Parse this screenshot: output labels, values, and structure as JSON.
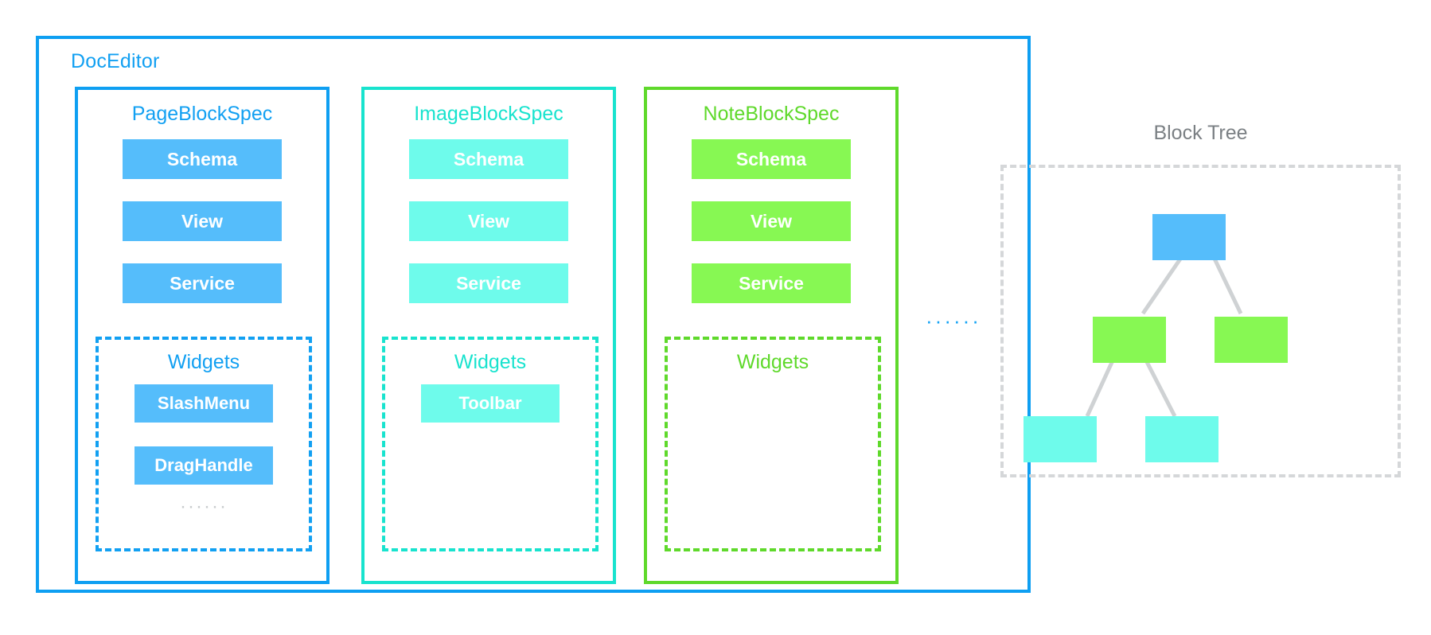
{
  "diagram": {
    "editor": {
      "title": "DocEditor",
      "border_color": "#0e9ff2"
    },
    "specs": [
      {
        "title": "PageBlockSpec",
        "accent": "#12a0f2",
        "chip_color": "#55bdfb",
        "parts": [
          "Schema",
          "View",
          "Service"
        ],
        "widgets": {
          "title": "Widgets",
          "items": [
            "SlashMenu",
            "DragHandle"
          ],
          "ellipsis": "······"
        }
      },
      {
        "title": "ImageBlockSpec",
        "accent": "#18e3ce",
        "chip_color": "#6efbeb",
        "parts": [
          "Schema",
          "View",
          "Service"
        ],
        "widgets": {
          "title": "Widgets",
          "items": [
            "Toolbar"
          ],
          "ellipsis": ""
        }
      },
      {
        "title": "NoteBlockSpec",
        "accent": "#5fd92b",
        "chip_color": "#87f853",
        "parts": [
          "Schema",
          "View",
          "Service"
        ],
        "widgets": {
          "title": "Widgets",
          "items": [],
          "ellipsis": ""
        }
      }
    ],
    "more_specs_ellipsis": "······",
    "block_tree": {
      "title": "Block Tree",
      "title_color": "#7b8084",
      "border_color": "#d5d7d9",
      "edge_color": "#cfd2d4",
      "nodes": [
        {
          "id": "root",
          "color": "#55bdfb"
        },
        {
          "id": "mid-l",
          "color": "#87f853"
        },
        {
          "id": "mid-r",
          "color": "#87f853"
        },
        {
          "id": "leaf-l",
          "color": "#6efbeb"
        },
        {
          "id": "leaf-r",
          "color": "#6efbeb"
        }
      ],
      "edges": [
        {
          "from": "root",
          "to": "mid-l"
        },
        {
          "from": "root",
          "to": "mid-r"
        },
        {
          "from": "mid-l",
          "to": "leaf-l"
        },
        {
          "from": "mid-l",
          "to": "leaf-r"
        }
      ]
    }
  }
}
